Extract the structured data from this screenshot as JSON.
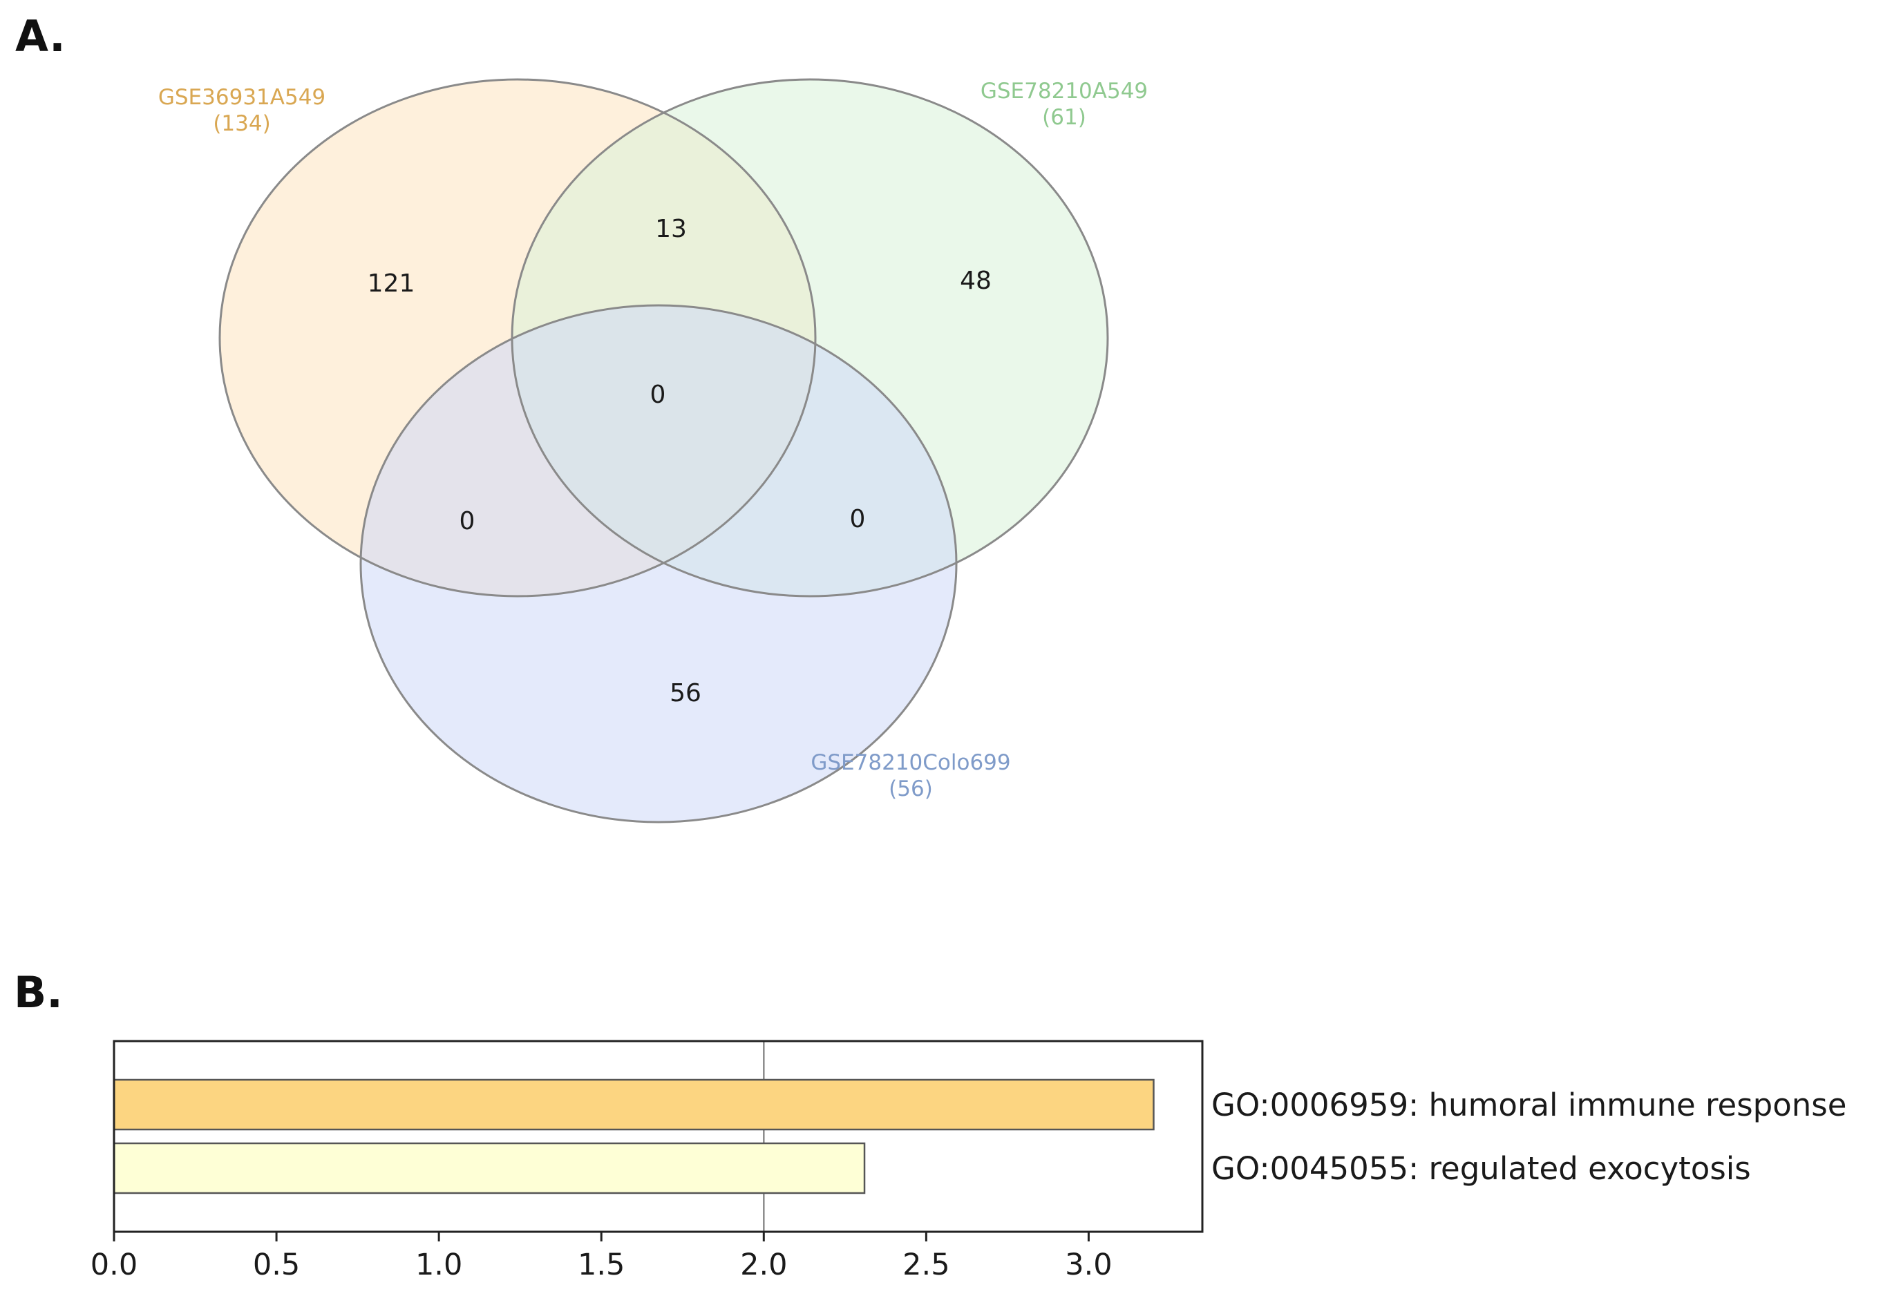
{
  "panels": {
    "a_label": "A.",
    "b_label": "B."
  },
  "chart_data": [
    {
      "type": "venn",
      "sets": [
        {
          "name": "GSE36931A549",
          "size_label": "(134)",
          "color": "#d9a752",
          "fill": "#fde3bf"
        },
        {
          "name": "GSE78210A549",
          "size_label": "(61)",
          "color": "#8fc98f",
          "fill": "#d9f3d9"
        },
        {
          "name": "GSE78210Colo699",
          "size_label": "(56)",
          "color": "#7f9bc9",
          "fill": "#cdd9f7"
        }
      ],
      "regions": [
        {
          "sets": [
            "GSE36931A549"
          ],
          "value": "121"
        },
        {
          "sets": [
            "GSE36931A549",
            "GSE78210A549"
          ],
          "value": "13"
        },
        {
          "sets": [
            "GSE78210A549"
          ],
          "value": "48"
        },
        {
          "sets": [
            "GSE36931A549",
            "GSE78210A549",
            "GSE78210Colo699"
          ],
          "value": "0"
        },
        {
          "sets": [
            "GSE36931A549",
            "GSE78210Colo699"
          ],
          "value": "0"
        },
        {
          "sets": [
            "GSE78210A549",
            "GSE78210Colo699"
          ],
          "value": "0"
        },
        {
          "sets": [
            "GSE78210Colo699"
          ],
          "value": "56"
        }
      ]
    },
    {
      "type": "bar",
      "orientation": "horizontal",
      "categories": [
        "GO:0006959: humoral immune response",
        "GO:0045055: regulated exocytosis"
      ],
      "values": [
        3.2,
        2.31
      ],
      "colors": [
        "#fcd581",
        "#feffd6"
      ],
      "xlim": [
        0,
        3.35
      ],
      "xticks": [
        "0.0",
        "0.5",
        "1.0",
        "1.5",
        "2.0",
        "2.5",
        "3.0"
      ],
      "reference_line": 2.0,
      "xlabel": "",
      "ylabel": ""
    }
  ]
}
